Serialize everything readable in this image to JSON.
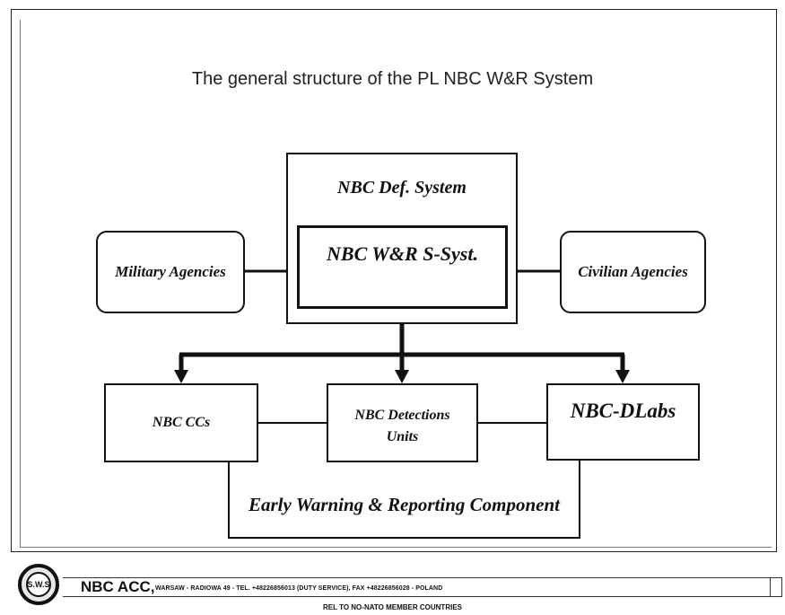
{
  "title": "The general structure of the  PL NBC W&R System",
  "boxes": {
    "def_system": "NBC Def. System",
    "wr_subsystem": "NBC W&R S-Syst.",
    "military": "Military Agencies",
    "civilian": "Civilian Agencies",
    "ccs": "NBC CCs",
    "detections": "NBC Detections Units",
    "dlabs": "NBC-DLabs",
    "early_warning": "Early Warning & Reporting Component"
  },
  "footer": {
    "org": "NBC ACC,",
    "address": "WARSAW - RADIOWA 49 - TEL. +48226856013 (DUTY SERVICE), FAX +48226856028 - POLAND",
    "release": "REL TO NO-NATO MEMBER COUNTRIES",
    "logo_text": "S.W.S"
  }
}
